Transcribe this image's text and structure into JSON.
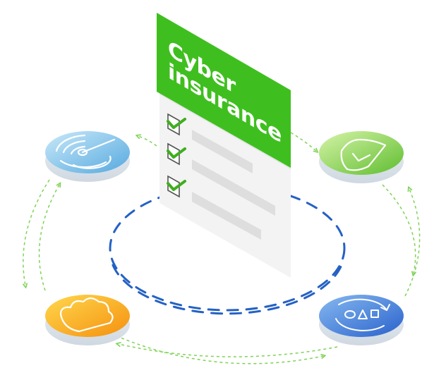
{
  "document": {
    "title_line1": "Cyber",
    "title_line2": "insurance",
    "checklist_count": 3,
    "header_color": "#3fbf1f",
    "paper_color": "#f3f3f3",
    "check_color": "#3fae1f"
  },
  "nodes": [
    {
      "id": "radar",
      "icon": "radar-icon",
      "color_light": "#bfe4f6",
      "color_dark": "#5cb0e4"
    },
    {
      "id": "shield",
      "icon": "shield-check-icon",
      "color_light": "#c9ef9a",
      "color_dark": "#6cc43a"
    },
    {
      "id": "cloud",
      "icon": "cloud-icon",
      "color_light": "#ffd24a",
      "color_dark": "#f79a12"
    },
    {
      "id": "recovery",
      "icon": "restore-shapes-icon",
      "color_light": "#7fb2ef",
      "color_dark": "#2f6fd3"
    }
  ],
  "colors": {
    "ring": "#2461c4",
    "flow_arrows": "#7ed356"
  }
}
